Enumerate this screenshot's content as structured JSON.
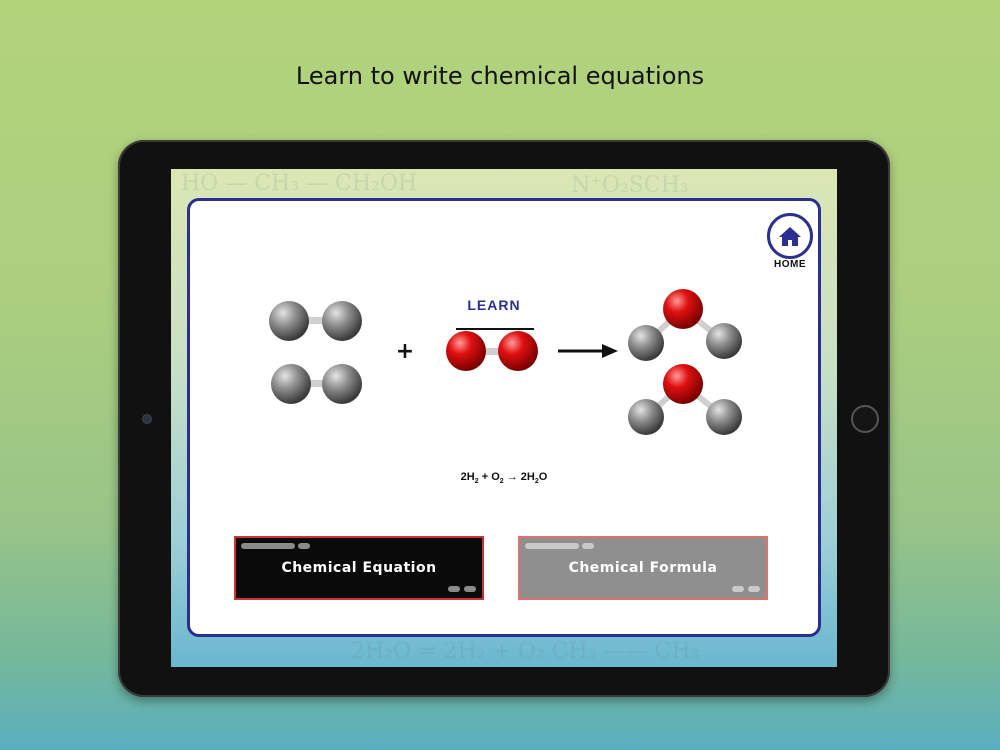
{
  "headline": "Learn to write chemical equations",
  "app": {
    "home_label": "HOME",
    "section_title": "LEARN",
    "plus_sign": "+",
    "equation": {
      "left_coef_1": "2H",
      "left_sub_1": "2",
      "plus": " + ",
      "left_2": "O",
      "left_sub_2": "2",
      "arrow": " → ",
      "right_coef": "2H",
      "right_sub": "2",
      "right_tail": "O"
    },
    "options": [
      {
        "label": "Chemical Equation",
        "selected": true
      },
      {
        "label": "Chemical Formula",
        "selected": false
      }
    ]
  },
  "colors": {
    "accent": "#2b2f8f",
    "hydrogen": "#8a8a8a",
    "oxygen": "#e01010",
    "option_border": "#cc3333"
  },
  "icons": {
    "home": "home-icon",
    "arrow": "right-arrow-icon"
  }
}
